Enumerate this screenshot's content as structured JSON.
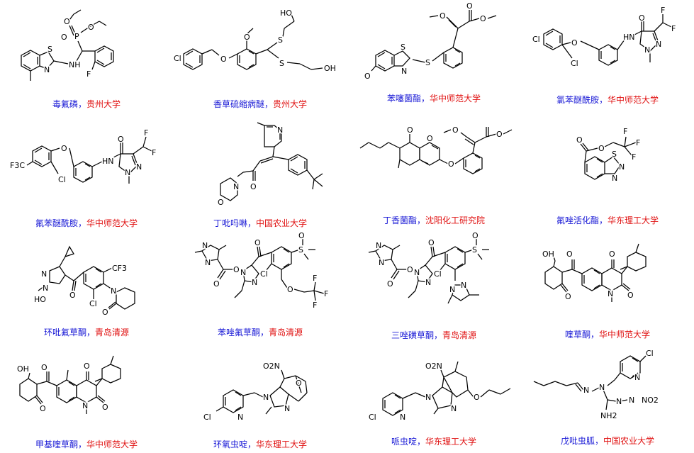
{
  "compounds": [
    {
      "name": "毒氟磷",
      "sep": "，",
      "org": "贵州大学",
      "atoms": [
        "O",
        "P",
        "O",
        "O",
        "S",
        "N",
        "NH",
        "F"
      ]
    },
    {
      "name": "香草硫缩病醚",
      "sep": "，",
      "org": "贵州大学",
      "atoms": [
        "HO",
        "O",
        "Cl",
        "O",
        "S",
        "S",
        "OH"
      ]
    },
    {
      "name": "苯噻菌酯",
      "sep": "，",
      "org": "华中师范大学",
      "atoms": [
        "O",
        "O",
        "O",
        "S",
        "S",
        "N",
        "O"
      ]
    },
    {
      "name": "氯苯醚酰胺",
      "sep": "，",
      "org": "华中师范大学",
      "atoms": [
        "Cl",
        "O",
        "HN",
        "O",
        "F",
        "F",
        "Cl",
        "N",
        "N"
      ]
    },
    {
      "name": "氟苯醚酰胺",
      "sep": "，",
      "org": "华中师范大学",
      "atoms": [
        "F3C",
        "O",
        "HN",
        "O",
        "F",
        "F",
        "Cl",
        "N",
        "N"
      ]
    },
    {
      "name": "丁吡吗啉",
      "sep": "，",
      "org": "中国农业大学",
      "atoms": [
        "N",
        "O",
        "N",
        "O"
      ]
    },
    {
      "name": "丁香菌酯",
      "sep": "，",
      "org": "沈阳化工研究院",
      "atoms": [
        "O",
        "O",
        "O",
        "O",
        "O"
      ]
    },
    {
      "name": "氟唑活化酯",
      "sep": "，",
      "org": "华东理工大学",
      "atoms": [
        "F",
        "F",
        "F",
        "O",
        "O",
        "S",
        "N",
        "N"
      ]
    },
    {
      "name": "环吡氟草酮",
      "sep": "，",
      "org": "青岛清源",
      "atoms": [
        "CF3",
        "N",
        "N",
        "O",
        "Cl",
        "N",
        "HO",
        "O"
      ]
    },
    {
      "name": "苯唑氟草酮",
      "sep": "，",
      "org": "青岛清源",
      "atoms": [
        "N",
        "N",
        "O",
        "O",
        "O",
        "S",
        "O",
        "Cl",
        "O",
        "F",
        "F",
        "F",
        "N",
        "N"
      ]
    },
    {
      "name": "三唑磺草酮",
      "sep": "，",
      "org": "青岛清源",
      "atoms": [
        "N",
        "N",
        "O",
        "O",
        "O",
        "S",
        "O",
        "Cl",
        "N",
        "N",
        "N",
        "N"
      ]
    },
    {
      "name": "喹草酮",
      "sep": "，",
      "org": "华中师范大学",
      "atoms": [
        "OH",
        "O",
        "O",
        "N",
        "O",
        "O"
      ]
    },
    {
      "name": "甲基喹草酮",
      "sep": "，",
      "org": "华中师范大学",
      "atoms": [
        "OH",
        "O",
        "O",
        "N",
        "O",
        "O"
      ]
    },
    {
      "name": "环氧虫啶",
      "sep": "，",
      "org": "华东理工大学",
      "atoms": [
        "O2N",
        "O",
        "N",
        "N",
        "Cl",
        "N"
      ]
    },
    {
      "name": "哌虫啶",
      "sep": "，",
      "org": "华东理工大学",
      "atoms": [
        "O2N",
        "N",
        "N",
        "O",
        "Cl",
        "N"
      ]
    },
    {
      "name": "戊吡虫胍",
      "sep": "，",
      "org": "中国农业大学",
      "atoms": [
        "Cl",
        "N",
        "N",
        "N",
        "N",
        "N",
        "NO2",
        "NH2"
      ]
    }
  ]
}
